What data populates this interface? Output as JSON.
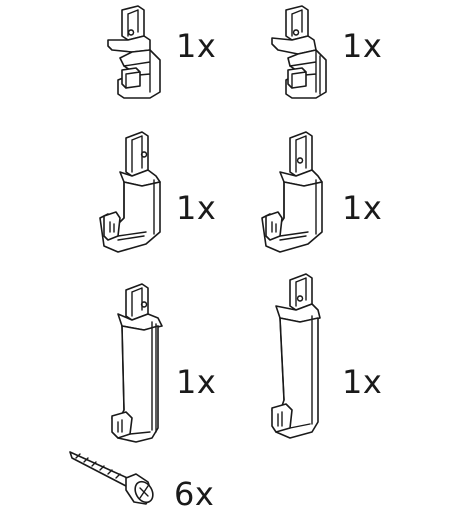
{
  "parts": [
    {
      "id": "hanger-short-left",
      "icon": "short-hanger-bracket-icon",
      "quantity": "1x"
    },
    {
      "id": "hanger-short-right",
      "icon": "short-hanger-bracket-icon",
      "quantity": "1x"
    },
    {
      "id": "hanger-medium-left",
      "icon": "medium-hanger-bracket-icon",
      "quantity": "1x"
    },
    {
      "id": "hanger-medium-right",
      "icon": "medium-hanger-bracket-icon",
      "quantity": "1x"
    },
    {
      "id": "hanger-long-left",
      "icon": "long-hanger-bracket-icon",
      "quantity": "1x"
    },
    {
      "id": "hanger-long-right",
      "icon": "long-hanger-bracket-icon",
      "quantity": "1x"
    },
    {
      "id": "screw",
      "icon": "countersunk-screw-icon",
      "quantity": "6x"
    }
  ],
  "colors": {
    "line": "#1a1a1a",
    "fill": "#ffffff"
  }
}
